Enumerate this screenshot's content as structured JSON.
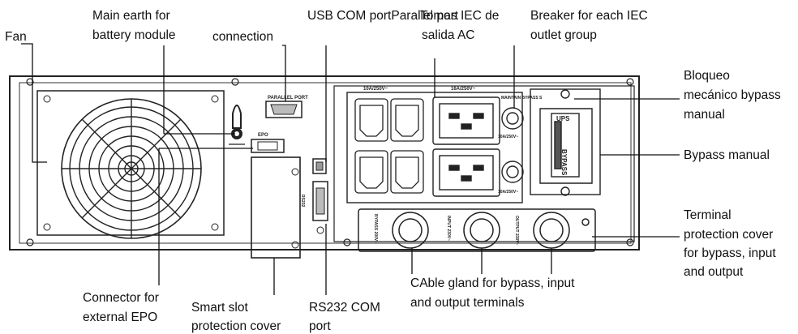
{
  "labels": {
    "fan": "Fan",
    "main_earth": [
      "Main earth for",
      "battery module"
    ],
    "connection": "connection",
    "usb_com": "USB COM portParallel port",
    "tomas_iec": [
      "Tomas IEC de",
      "salida AC"
    ],
    "breaker": [
      "Breaker for each IEC",
      "outlet group"
    ],
    "bloqueo": [
      "Bloqueo",
      "mecánico bypass",
      "manual"
    ],
    "bypass_manual": "Bypass manual",
    "terminal_cover": [
      "Terminal",
      "protection cover",
      "for bypass, input",
      "and output"
    ],
    "connector_epo": [
      "Connector for",
      "external EPO"
    ],
    "smart_slot": [
      "Smart slot",
      "protection cover"
    ],
    "rs232": [
      "RS232 COM",
      "port"
    ],
    "cable_gland": [
      "CAble gland for bypass, input",
      "and output terminals"
    ]
  },
  "panel_marks": {
    "parallel_port": "PARALLEL PORT",
    "epo": "EPO",
    "outlet_left": "10A/250V~",
    "outlet_right": "16A/250V~",
    "breaker_top": "MAINTAIN BYPASS S",
    "breaker_rating_top": "10A/250V~",
    "breaker_rating_bottom": "10A/250V~",
    "ups": "UPS",
    "bypass": "BYPASS",
    "gland_bypass": "BYPASS 200V~",
    "gland_input": "INPUT 230V~",
    "gland_output": "OUTPUT 230V~",
    "rs232": "RS232"
  }
}
